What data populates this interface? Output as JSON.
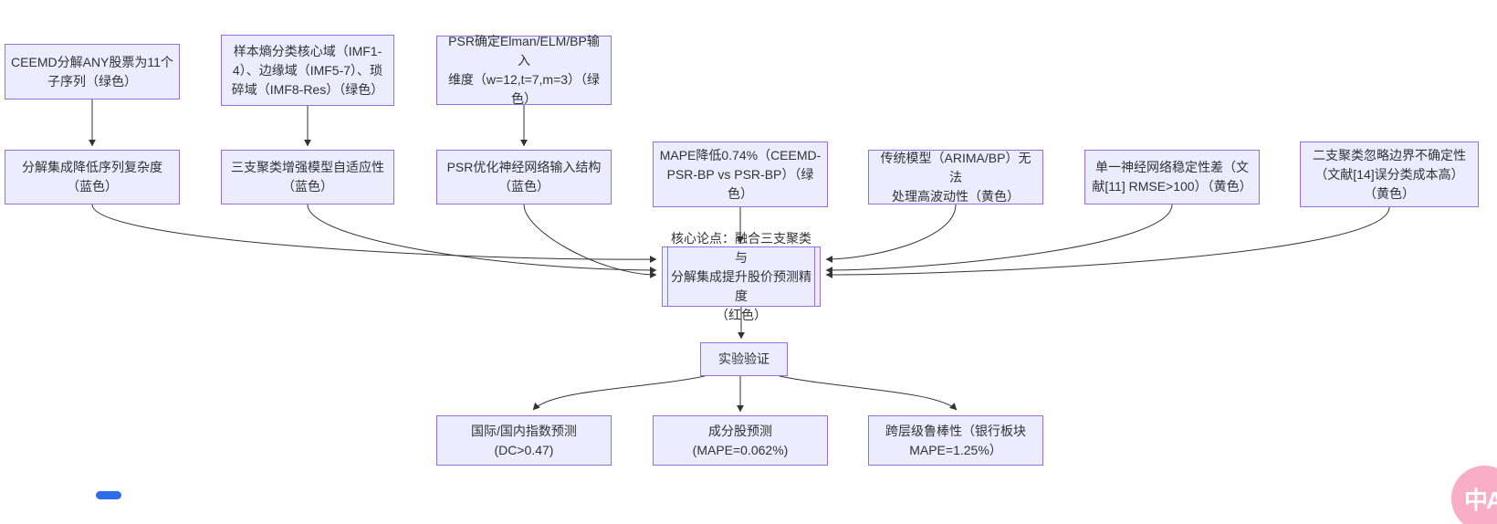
{
  "diagram": {
    "type": "flowchart",
    "background": "#ffffff",
    "node_fill": "#ECECFF",
    "node_border": "#9370DB",
    "edge_color": "#333333",
    "text_color": "#333333",
    "nodes": [
      {
        "id": "A",
        "label": "CEEMD分解ANY股票为11个\n子序列（绿色）"
      },
      {
        "id": "B",
        "label": "样本熵分类核心域（IMF1-\n4）、边缘域（IMF5-7）、琐\n碎域（IMF8-Res）（绿色）"
      },
      {
        "id": "C",
        "label": "PSR确定Elman/ELM/BP输入\n维度（w=12,t=7,m=3）（绿\n色）"
      },
      {
        "id": "D",
        "label": "分解集成降低序列复杂度\n（蓝色）"
      },
      {
        "id": "E",
        "label": "三支聚类增强模型自适应性\n（蓝色）"
      },
      {
        "id": "F",
        "label": "PSR优化神经网络输入结构\n（蓝色）"
      },
      {
        "id": "G",
        "label": "MAPE降低0.74%（CEEMD-\nPSR-BP vs PSR-BP）（绿\n色）"
      },
      {
        "id": "H",
        "label": "传统模型（ARIMA/BP）无法\n处理高波动性（黄色）"
      },
      {
        "id": "I",
        "label": "单一神经网络稳定性差（文\n献[11] RMSE>100）（黄色）"
      },
      {
        "id": "J",
        "label": "二支聚类忽略边界不确定性\n（文献[14]误分类成本高）\n（黄色）"
      },
      {
        "id": "CORE",
        "label": "核心论点：融合三支聚类与\n分解集成提升股价预测精度\n（红色）"
      },
      {
        "id": "EXP",
        "label": "实验验证"
      },
      {
        "id": "K",
        "label": "国际/国内指数预测\n(DC>0.47)"
      },
      {
        "id": "L",
        "label": "成分股预测\n(MAPE=0.062%)"
      },
      {
        "id": "M",
        "label": "跨层级鲁棒性（银行板块\nMAPE=1.25%）"
      }
    ],
    "edges": [
      {
        "from": "A",
        "to": "D"
      },
      {
        "from": "B",
        "to": "E"
      },
      {
        "from": "C",
        "to": "F"
      },
      {
        "from": "D",
        "to": "CORE"
      },
      {
        "from": "E",
        "to": "CORE"
      },
      {
        "from": "F",
        "to": "CORE"
      },
      {
        "from": "G",
        "to": "CORE"
      },
      {
        "from": "H",
        "to": "CORE"
      },
      {
        "from": "I",
        "to": "CORE"
      },
      {
        "from": "J",
        "to": "CORE"
      },
      {
        "from": "CORE",
        "to": "EXP"
      },
      {
        "from": "EXP",
        "to": "K"
      },
      {
        "from": "EXP",
        "to": "L"
      },
      {
        "from": "EXP",
        "to": "M"
      }
    ]
  },
  "overlay": {
    "translate_badge_label": "中A",
    "badge_color": "#f7aec6",
    "pill_color": "#2e6de9"
  }
}
